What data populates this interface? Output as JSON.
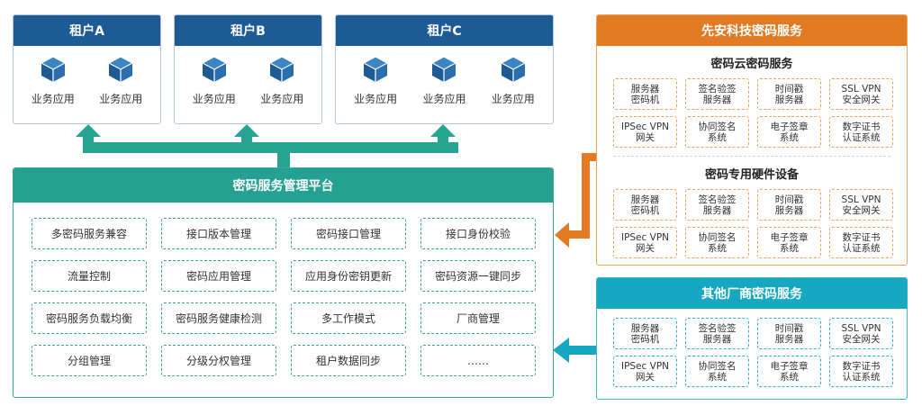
{
  "tenants": [
    {
      "title": "租户A",
      "apps": [
        "业务应用",
        "业务应用"
      ]
    },
    {
      "title": "租户B",
      "apps": [
        "业务应用",
        "业务应用"
      ]
    },
    {
      "title": "租户C",
      "apps": [
        "业务应用",
        "业务应用",
        "业务应用"
      ]
    }
  ],
  "platform": {
    "title": "密码服务管理平台",
    "functions": [
      "多密码服务兼容",
      "接口版本管理",
      "密码接口管理",
      "接口身份校验",
      "流量控制",
      "密码应用管理",
      "应用身份密钥更新",
      "密码资源一键同步",
      "密码服务负载均衡",
      "密码服务健康检测",
      "多工作模式",
      "厂商管理",
      "分组管理",
      "分级分权管理",
      "租户数据同步",
      "……"
    ]
  },
  "vendor_a": {
    "title": "先安科技密码服务",
    "cloud_title": "密码云密码服务",
    "hardware_title": "密码专用硬件设备",
    "cloud_devices": [
      [
        "服务器",
        "密码机"
      ],
      [
        "签名验签",
        "服务器"
      ],
      [
        "时间戳",
        "服务器"
      ],
      [
        "SSL VPN",
        "安全网关"
      ],
      [
        "IPSec VPN",
        "网关"
      ],
      [
        "协同签名",
        "系统"
      ],
      [
        "电子签章",
        "系统"
      ],
      [
        "数字证书",
        "认证系统"
      ]
    ],
    "hardware_devices": [
      [
        "服务器",
        "密码机"
      ],
      [
        "签名验签",
        "服务器"
      ],
      [
        "时间戳",
        "服务器"
      ],
      [
        "SSL VPN",
        "安全网关"
      ],
      [
        "IPSec VPN",
        "网关"
      ],
      [
        "协同签名",
        "系统"
      ],
      [
        "电子签章",
        "系统"
      ],
      [
        "数字证书",
        "认证系统"
      ]
    ]
  },
  "vendor_b": {
    "title": "其他厂商密码服务",
    "devices": [
      [
        "服务器",
        "密码机"
      ],
      [
        "签名验签",
        "服务器"
      ],
      [
        "时间戳",
        "服务器"
      ],
      [
        "SSL VPN",
        "安全网关"
      ],
      [
        "IPSec VPN",
        "网关"
      ],
      [
        "协同签名",
        "系统"
      ],
      [
        "电子签章",
        "系统"
      ],
      [
        "数字证书",
        "认证系统"
      ]
    ]
  },
  "colors": {
    "tenant_header": "#1e5b94",
    "platform_header": "#24a192",
    "vendor_a_header": "#e27a24",
    "vendor_b_header": "#16a8c0",
    "cube": "#1e5b94"
  },
  "icons": {
    "app": "cube-icon"
  }
}
